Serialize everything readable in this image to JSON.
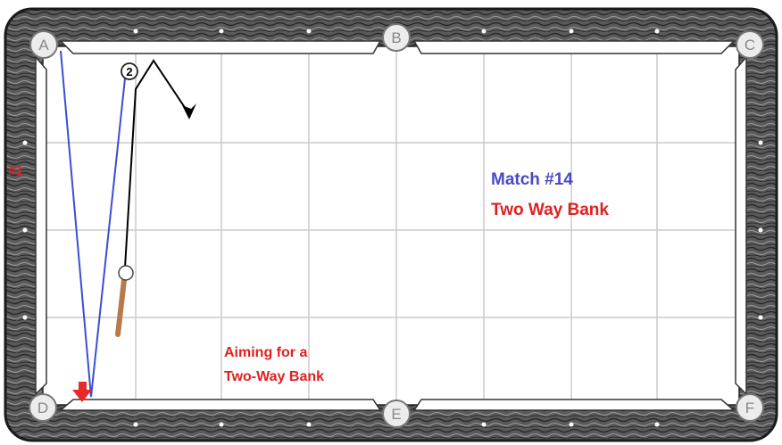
{
  "pockets": [
    "A",
    "B",
    "C",
    "D",
    "E",
    "F"
  ],
  "ball_number": "2",
  "diagram_number": "#1",
  "title_line1": "Match #14",
  "title_line2": "Two Way Bank",
  "caption_line1": "Aiming for a",
  "caption_line2": "Two-Way Bank",
  "colors": {
    "title": "#4a4ac4",
    "red_text": "#e02020",
    "bank_path": "#3a4fd0",
    "cue_path": "#000000",
    "cue_stick": "#b87a4b",
    "arrow": "#e8292a",
    "rail": "#4a4a4a",
    "grid": "#cccccc"
  }
}
